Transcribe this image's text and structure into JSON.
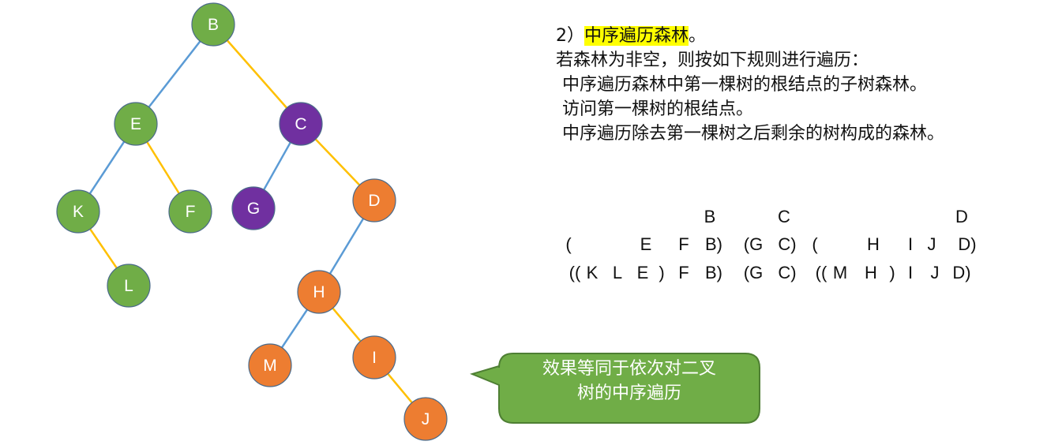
{
  "colors": {
    "green": "#70ad47",
    "purple": "#7030a0",
    "orange": "#ed7d31",
    "edge_blue": "#5b9bd5",
    "edge_yellow": "#ffc000",
    "node_border": "#4a6a8a",
    "callout_fill": "#70ad47",
    "callout_border": "#4e7f33"
  },
  "tree": {
    "nodes": [
      {
        "id": "B",
        "label": "B",
        "color": "green"
      },
      {
        "id": "E",
        "label": "E",
        "color": "green"
      },
      {
        "id": "C",
        "label": "C",
        "color": "purple"
      },
      {
        "id": "K",
        "label": "K",
        "color": "green"
      },
      {
        "id": "F",
        "label": "F",
        "color": "green"
      },
      {
        "id": "G",
        "label": "G",
        "color": "purple"
      },
      {
        "id": "D",
        "label": "D",
        "color": "orange"
      },
      {
        "id": "L",
        "label": "L",
        "color": "green"
      },
      {
        "id": "H",
        "label": "H",
        "color": "orange"
      },
      {
        "id": "M",
        "label": "M",
        "color": "orange"
      },
      {
        "id": "I",
        "label": "I",
        "color": "orange"
      },
      {
        "id": "J",
        "label": "J",
        "color": "orange"
      }
    ],
    "edges": [
      {
        "from": "B",
        "to": "E",
        "type": "left-child"
      },
      {
        "from": "B",
        "to": "C",
        "type": "right-sibling"
      },
      {
        "from": "E",
        "to": "K",
        "type": "left-child"
      },
      {
        "from": "E",
        "to": "F",
        "type": "right-sibling"
      },
      {
        "from": "K",
        "to": "L",
        "type": "right-sibling"
      },
      {
        "from": "C",
        "to": "G",
        "type": "left-child"
      },
      {
        "from": "C",
        "to": "D",
        "type": "right-sibling"
      },
      {
        "from": "D",
        "to": "H",
        "type": "left-child"
      },
      {
        "from": "H",
        "to": "M",
        "type": "left-child"
      },
      {
        "from": "H",
        "to": "I",
        "type": "right-sibling"
      },
      {
        "from": "I",
        "to": "J",
        "type": "right-sibling"
      }
    ]
  },
  "text": {
    "heading_number": "2）",
    "heading_highlight": "中序遍历森林",
    "heading_end": "。",
    "line1": "若森林为非空，则按如下规则进行遍历：",
    "line2": "中序遍历森林中第一棵树的根结点的子树森林。",
    "line3": "访问第一棵树的根结点。",
    "line4": "中序遍历除去第一棵树之后剩余的树构成的森林。"
  },
  "sequence": {
    "row0": [
      "B",
      "C",
      "D"
    ],
    "row1": [
      "(",
      "E",
      "F",
      "B)",
      "(G",
      "C)",
      "(",
      "H",
      "I",
      "J",
      "D)"
    ],
    "row2": [
      "((",
      "K",
      "L",
      "E",
      ")",
      "F",
      "B)",
      "(G",
      "C)",
      "((",
      "M",
      "H",
      ")",
      "I",
      "J",
      "D)"
    ]
  },
  "callout": {
    "line1": "效果等同于依次对二叉",
    "line2": "树的中序遍历"
  }
}
